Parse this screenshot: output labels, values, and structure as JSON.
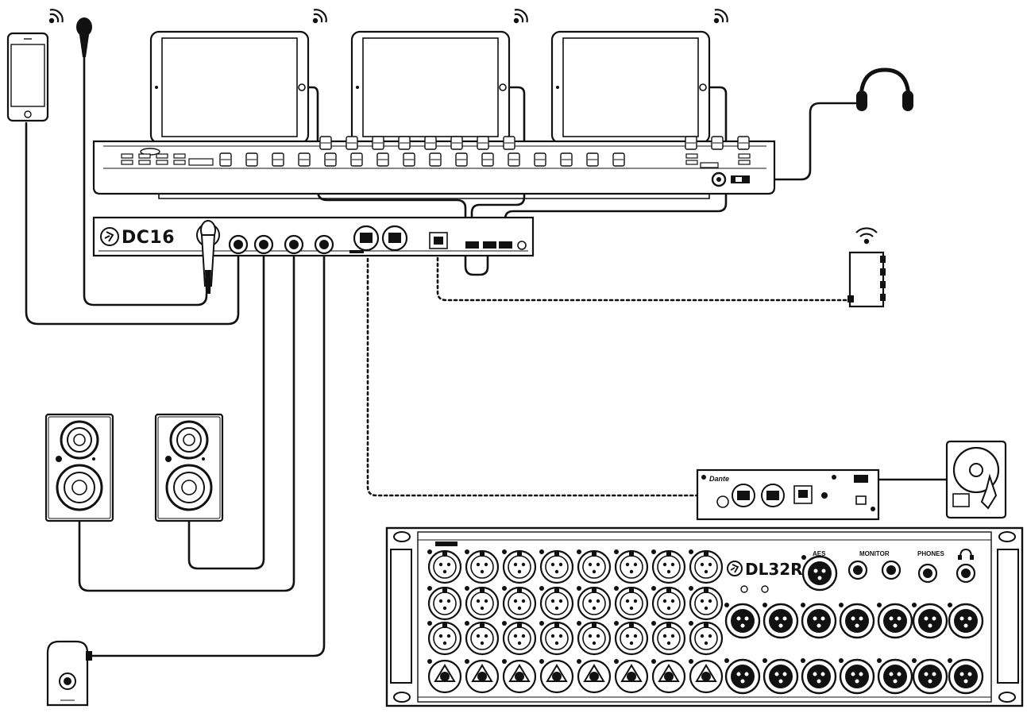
{
  "mixer": {
    "brand": "DC16"
  },
  "stagebox": {
    "brand": "DL32R",
    "aes_label": "AES",
    "monitor_label": "MONITOR",
    "phones_label": "PHONES"
  },
  "dante_card": {
    "brand": "Dante"
  },
  "colors": {
    "ink": "#111111",
    "paper": "#ffffff",
    "panel": "#f2f2f2"
  },
  "icons": {
    "wifi": "wifi-icon",
    "logo": "mackie-running-man-icon",
    "headphones": "headphones-icon",
    "microphone": "microphone-icon",
    "hard_drive": "hard-drive-icon"
  }
}
